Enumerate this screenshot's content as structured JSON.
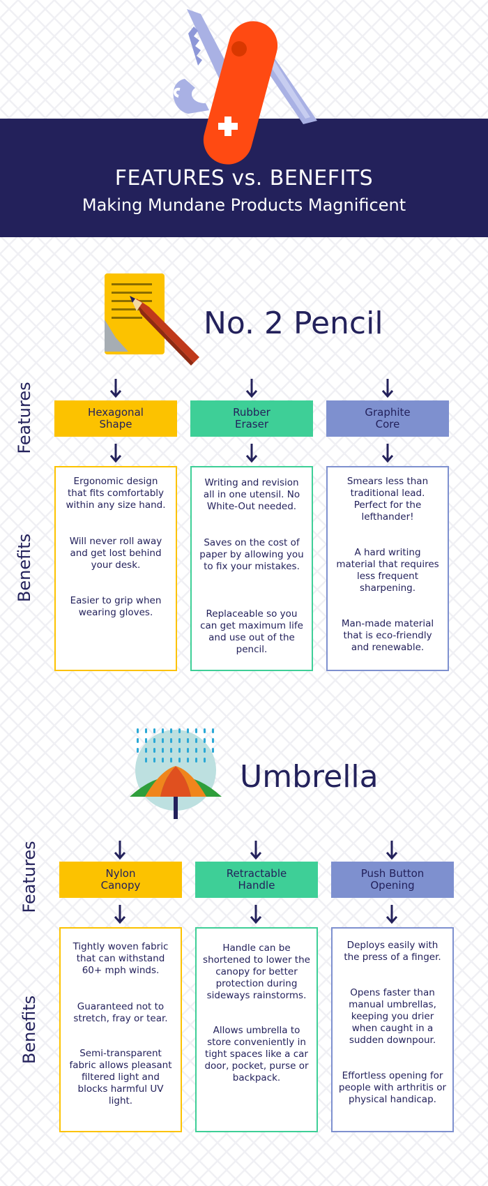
{
  "header": {
    "title": "FEATURES vs. BENEFITS",
    "subtitle": "Making Mundane Products Magnificent"
  },
  "labels": {
    "features": "Features",
    "benefits": "Benefits"
  },
  "colors": {
    "navy": "#23215b",
    "yellow": "#fcc200",
    "green": "#3ecf97",
    "blue": "#7e90cf",
    "knife_red": "#ff4a12",
    "knife_blade": "#a9b1e4"
  },
  "sections": [
    {
      "title": "No. 2 Pencil",
      "icon": "pencil-note-icon",
      "features": [
        {
          "label": "Hexagonal Shape",
          "color": "#fcc200",
          "benefits": [
            "Ergonomic design that fits comfortably within any size hand.",
            "Will never roll away and get lost behind your desk.",
            "Easier to grip when wearing gloves."
          ]
        },
        {
          "label": "Rubber Eraser",
          "color": "#3ecf97",
          "benefits": [
            "Writing and revision all in one utensil. No White-Out needed.",
            "Saves on the cost of paper by allowing you to fix your mistakes.",
            "Replaceable so you can get maximum life and use out of the pencil."
          ]
        },
        {
          "label": "Graphite Core",
          "color": "#7e90cf",
          "benefits": [
            "Smears less than traditional lead. Perfect for the lefthander!",
            "A hard writing material that requires less frequent sharpening.",
            "Man-made material that is eco-friendly and renewable."
          ]
        }
      ]
    },
    {
      "title": "Umbrella",
      "icon": "umbrella-rain-icon",
      "features": [
        {
          "label": "Nylon Canopy",
          "color": "#fcc200",
          "benefits": [
            "Tightly woven fabric that can withstand 60+ mph winds.",
            "Guaranteed not to stretch, fray or tear.",
            "Semi-transparent fabric allows pleasant filtered light and blocks harmful UV light."
          ]
        },
        {
          "label": "Retractable Handle",
          "color": "#3ecf97",
          "benefits": [
            "Handle can be shortened to lower the canopy for better protection during sideways rainstorms.",
            "Allows umbrella to store conveniently in tight spaces like a car door, pocket, purse or backpack."
          ]
        },
        {
          "label": "Push Button Opening",
          "color": "#7e90cf",
          "benefits": [
            "Deploys easily with the press of a finger.",
            "Opens faster than manual umbrellas, keeping you drier when caught in a sudden downpour.",
            "Effortless opening for people with arthritis or physical handicap."
          ]
        }
      ]
    }
  ]
}
